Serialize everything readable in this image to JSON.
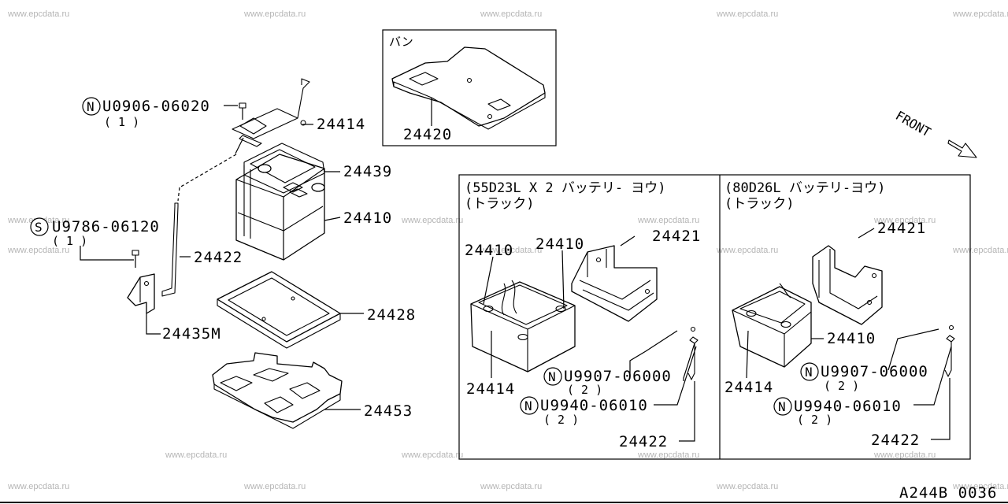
{
  "watermark": "www.epcdata.ru",
  "diagram_code": "A244B 0036",
  "front_label": "FRONT",
  "left_group": {
    "clamp_bolt": {
      "code": "N",
      "part": "U0906-06020",
      "qty": "( 1 )"
    },
    "bracket_screw": {
      "code": "S",
      "part": "U9786-06120",
      "qty": "( 1 )"
    },
    "parts": {
      "frame": "24414",
      "clamp": "24439",
      "battery": "24410",
      "rod": "24422",
      "bracket": "24435M",
      "tray": "24428",
      "base": "24453"
    }
  },
  "van_box": {
    "title": "バン",
    "part": "24420"
  },
  "truck_panel_a": {
    "title": "(55D23L X 2 バッテリ- ヨウ)",
    "subtitle": "(トラック)",
    "labels": {
      "battery_1": "24410",
      "battery_2": "24410",
      "holder": "24421",
      "frame": "24414",
      "rod": "24422"
    },
    "nut": {
      "code": "N",
      "part": "U9907-06000",
      "qty": "( 2 )"
    },
    "washer": {
      "code": "N",
      "part": "U9940-06010",
      "qty": "( 2 )"
    }
  },
  "truck_panel_b": {
    "title": "(80D26L バッテリ-ヨウ)",
    "subtitle": "(トラック)",
    "labels": {
      "holder": "24421",
      "battery": "24410",
      "frame": "24414",
      "rod": "24422"
    },
    "nut": {
      "code": "N",
      "part": "U9907-06000",
      "qty": "( 2 )"
    },
    "washer": {
      "code": "N",
      "part": "U9940-06010",
      "qty": "( 2 )"
    }
  }
}
